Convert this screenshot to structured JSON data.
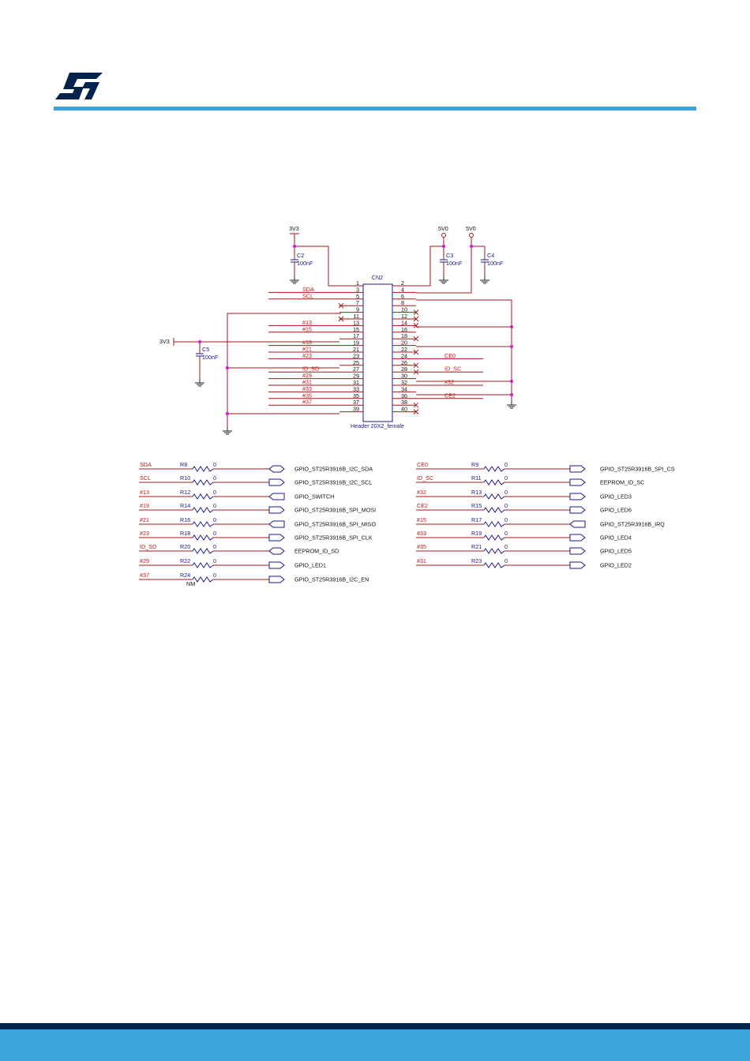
{
  "header": {
    "brand_colors": {
      "blue": "#3ca4dc",
      "dark": "#03234b",
      "wire_red": "#a01818",
      "label_blue": "#1a1a8c",
      "junction_magenta": "#d21fd2"
    }
  },
  "connector": {
    "name": "CN2",
    "caption": "Header 20X2_female",
    "left_pins": [
      "1",
      "3",
      "5",
      "7",
      "9",
      "11",
      "13",
      "15",
      "17",
      "19",
      "21",
      "23",
      "25",
      "27",
      "29",
      "31",
      "33",
      "35",
      "37",
      "39"
    ],
    "right_pins": [
      "2",
      "4",
      "6",
      "8",
      "10",
      "12",
      "14",
      "16",
      "18",
      "20",
      "22",
      "24",
      "26",
      "28",
      "30",
      "32",
      "34",
      "36",
      "38",
      "40"
    ],
    "left_nets": [
      "",
      "SDA",
      "SCL",
      "",
      "",
      "",
      "#13",
      "#15",
      "",
      "#19",
      "#21",
      "#23",
      "",
      "ID_SD",
      "#29",
      "#31",
      "#33",
      "#35",
      "#37",
      ""
    ],
    "right_nets": [
      "",
      "",
      "",
      "",
      "",
      "",
      "",
      "",
      "",
      "",
      "",
      "CE0",
      "",
      "ID_SC",
      "",
      "#32",
      "",
      "CE2",
      "",
      ""
    ]
  },
  "power": {
    "left_rail": "3V3",
    "left_rail_side": "3V3",
    "right_rail_a": "5V0",
    "right_rail_b": "5V0"
  },
  "capacitors": [
    {
      "ref": "C2",
      "value": "100nF"
    },
    {
      "ref": "C3",
      "value": "100nF"
    },
    {
      "ref": "C4",
      "value": "100nF"
    },
    {
      "ref": "C5",
      "value": "100nF"
    }
  ],
  "resistors_left": [
    {
      "net": "SDA",
      "ref": "R8",
      "value": "0",
      "signal": "GPIO_ST25R3916B_I2C_SDA",
      "port": "bidir"
    },
    {
      "net": "SCL",
      "ref": "R10",
      "value": "0",
      "signal": "GPIO_ST25R3916B_I2C_SCL",
      "port": "out"
    },
    {
      "net": "#13",
      "ref": "R12",
      "value": "0",
      "signal": "GPIO_SWITCH",
      "port": "in"
    },
    {
      "net": "#19",
      "ref": "R14",
      "value": "0",
      "signal": "GPIO_ST25R3916B_SPI_MOSI",
      "port": "out"
    },
    {
      "net": "#21",
      "ref": "R16",
      "value": "0",
      "signal": "GPIO_ST25R3916B_SPI_MISO",
      "port": "in"
    },
    {
      "net": "#23",
      "ref": "R18",
      "value": "0",
      "signal": "GPIO_ST25R3916B_SPI_CLK",
      "port": "out"
    },
    {
      "net": "ID_SD",
      "ref": "R20",
      "value": "0",
      "signal": "EEPROM_ID_SD",
      "port": "bidir"
    },
    {
      "net": "#29",
      "ref": "R22",
      "value": "0",
      "signal": "GPIO_LED1",
      "port": "out"
    },
    {
      "net": "#37",
      "ref": "R24",
      "value": "0",
      "signal": "GPIO_ST25R3916B_I2C_EN",
      "port": "out",
      "note": "NM"
    }
  ],
  "resistors_right": [
    {
      "net": "CE0",
      "ref": "R9",
      "value": "0",
      "signal": "GPIO_ST25R3916B_SPI_CS",
      "port": "out"
    },
    {
      "net": "ID_SC",
      "ref": "R11",
      "value": "0",
      "signal": "EEPROM_ID_SC",
      "port": "out"
    },
    {
      "net": "#32",
      "ref": "R13",
      "value": "0",
      "signal": "GPIO_LED3",
      "port": "out"
    },
    {
      "net": "CE2",
      "ref": "R15",
      "value": "0",
      "signal": "GPIO_LED6",
      "port": "out"
    },
    {
      "net": "#15",
      "ref": "R17",
      "value": "0",
      "signal": "GPIO_ST25R3916B_IRQ",
      "port": "in"
    },
    {
      "net": "#33",
      "ref": "R19",
      "value": "0",
      "signal": "GPIO_LED4",
      "port": "out"
    },
    {
      "net": "#35",
      "ref": "R21",
      "value": "0",
      "signal": "GPIO_LED5",
      "port": "out"
    },
    {
      "net": "#31",
      "ref": "R23",
      "value": "0",
      "signal": "GPIO_LED2",
      "port": "out"
    }
  ]
}
